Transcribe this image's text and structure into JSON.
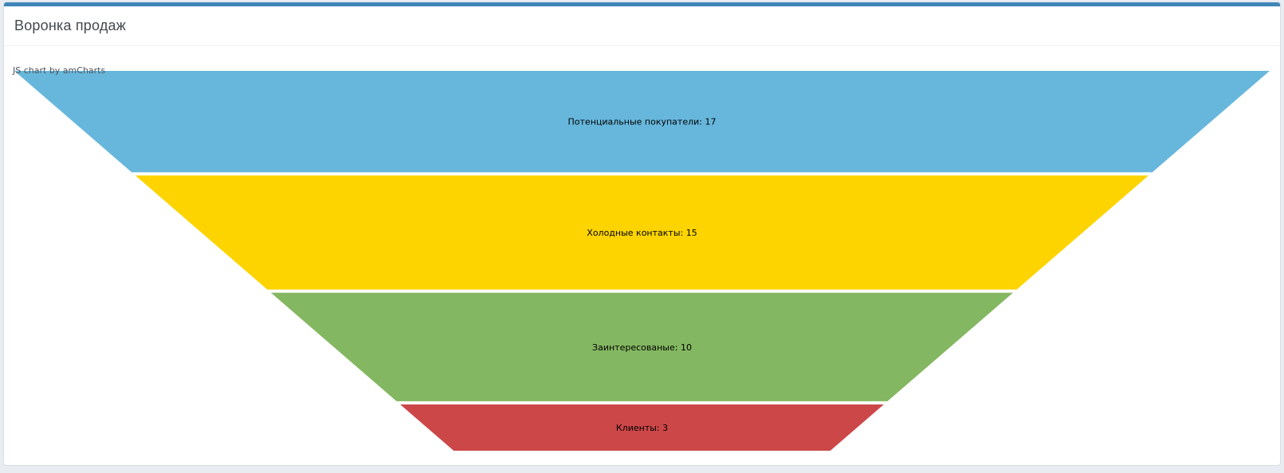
{
  "page": {
    "title": "Воронка продаж"
  },
  "watermark": {
    "label": "JS chart by amCharts"
  },
  "chart_data": {
    "type": "funnel",
    "title": "Воронка продаж",
    "orientation": "inverted-triangle",
    "value_represents": "area",
    "legend_position": "none",
    "grid": false,
    "label_format": "{category}: {value}",
    "label_color": "#000000",
    "background": "#ffffff",
    "categories": [
      "Потенциальные покупатели",
      "Холодные контакты",
      "Заинтересованые",
      "Клиенты"
    ],
    "values": [
      17,
      15,
      10,
      3
    ],
    "colors": [
      "#67b7dc",
      "#fdd400",
      "#84b761",
      "#cc4748"
    ],
    "accent_color": "#3e86b8"
  }
}
